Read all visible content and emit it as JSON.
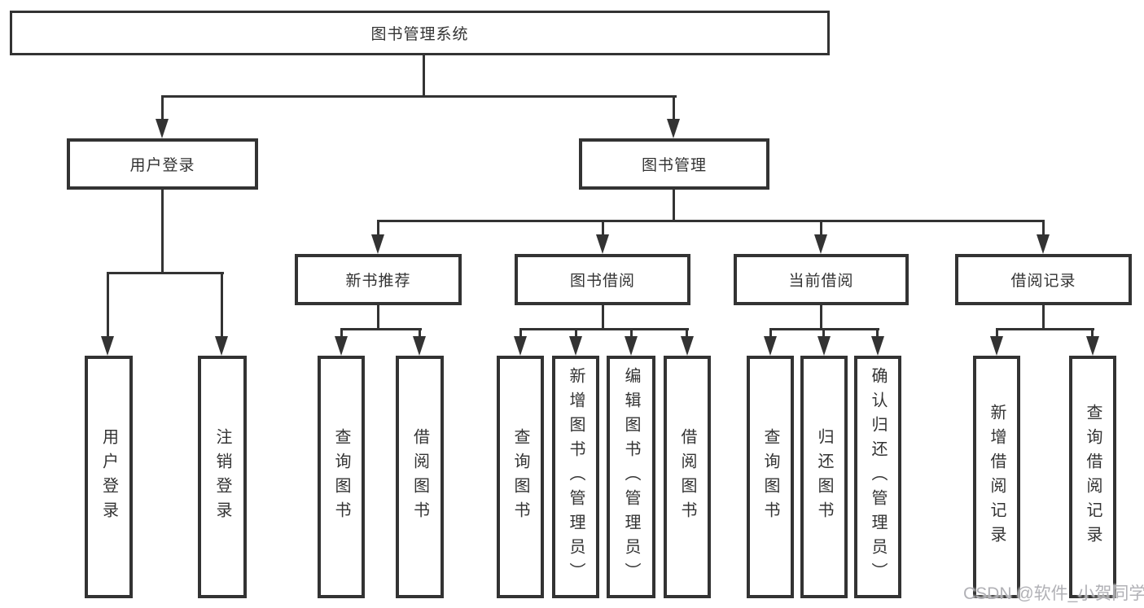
{
  "colors": {
    "line": "#333333",
    "text": "#333333",
    "background": "#ffffff",
    "watermark": "#adadb2"
  },
  "tree": {
    "root": {
      "label": "图书管理系统"
    },
    "children": [
      {
        "label": "用户登录",
        "children": [
          {
            "label": "用户登录"
          },
          {
            "label": "注销登录"
          }
        ]
      },
      {
        "label": "图书管理",
        "children": [
          {
            "label": "新书推荐",
            "children": [
              {
                "label": "查询图书"
              },
              {
                "label": "借阅图书"
              }
            ]
          },
          {
            "label": "图书借阅",
            "children": [
              {
                "label": "查询图书"
              },
              {
                "label": "新增图书（管理员）"
              },
              {
                "label": "编辑图书（管理员）"
              },
              {
                "label": "借阅图书"
              }
            ]
          },
          {
            "label": "当前借阅",
            "children": [
              {
                "label": "查询图书"
              },
              {
                "label": "归还图书"
              },
              {
                "label": "确认归还（管理员）"
              }
            ]
          },
          {
            "label": "借阅记录",
            "children": [
              {
                "label": "新增借阅记录"
              },
              {
                "label": "查询借阅记录"
              }
            ]
          }
        ]
      }
    ]
  },
  "watermark": "CSDN @软件_小贺同学"
}
